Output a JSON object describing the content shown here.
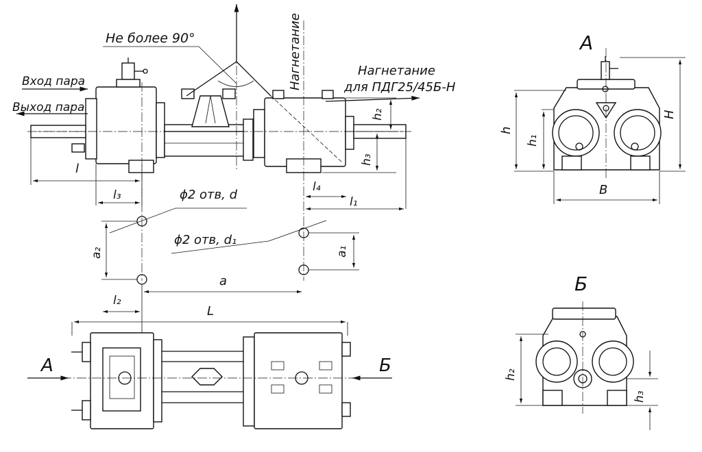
{
  "labels": {
    "angle_note": "Не более 90°",
    "discharge_vertical": "Нагнетание",
    "discharge_right_line1": "Нагнетание",
    "discharge_right_line2": "для ПДГ25/45Б-Н",
    "steam_in": "Вход пара",
    "steam_out": "Выход пара",
    "holes_d": "ϕ2 отв, d",
    "holes_d1": "ϕ2 отв, d₁",
    "view_a_title": "А",
    "view_b_title": "Б",
    "arrow_a": "А",
    "arrow_b": "Б"
  },
  "dimensions": {
    "l": "l",
    "l1": "l₁",
    "l2": "l₂",
    "l3": "l₃",
    "l4": "l₄",
    "h": "h",
    "h1": "h₁",
    "h2": "h₂",
    "h3": "h₃",
    "H": "H",
    "B": "B",
    "L": "L",
    "a": "a",
    "a1": "a₁",
    "a2": "a₂"
  }
}
